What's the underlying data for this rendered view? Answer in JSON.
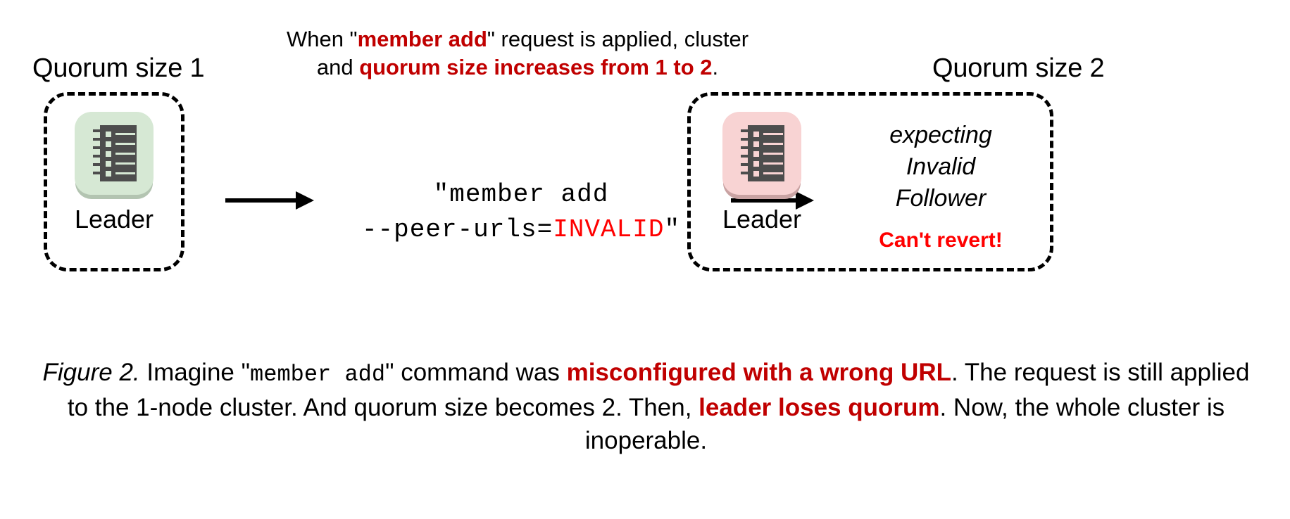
{
  "figure": {
    "left_cluster": {
      "title": "Quorum size 1",
      "node_label": "Leader",
      "icon": "notebook-icon",
      "icon_color": "#d6e8d4"
    },
    "right_cluster": {
      "title": "Quorum size 2",
      "node_label": "Leader",
      "icon": "notebook-icon",
      "icon_color": "#f8d3d3",
      "annotation_lines": [
        "expecting",
        "Invalid",
        "Follower"
      ],
      "warning": "Can't revert!"
    },
    "top_note": {
      "part1": "When \"",
      "emphasis1": "member add",
      "part2": "\" request is applied, cluster and ",
      "emphasis2": "quorum size increases from 1 to 2",
      "part3": "."
    },
    "command": {
      "line1": "\"member add",
      "line2_prefix": "--peer-urls=",
      "line2_value": "INVALID",
      "line2_suffix": "\""
    },
    "arrows": {
      "left": "arrow-right-icon",
      "right": "arrow-right-icon"
    },
    "caption": {
      "label": "Figure 2.",
      "s1": " Imagine \"",
      "mono1": "member add",
      "s2": "\" command was ",
      "em1": "misconfigured with a wrong URL",
      "s3": ". The request is still applied to the 1-node cluster. And quorum size becomes 2. Then, ",
      "em2": "leader loses quorum",
      "s4": ". Now, the whole cluster is inoperable."
    },
    "colors": {
      "emphasis_red": "#c00000",
      "warning_red": "#ff0000",
      "icon_dark": "#4d4d4d",
      "green_tint": "#d6e8d4",
      "pink_tint": "#f8d3d3"
    }
  }
}
